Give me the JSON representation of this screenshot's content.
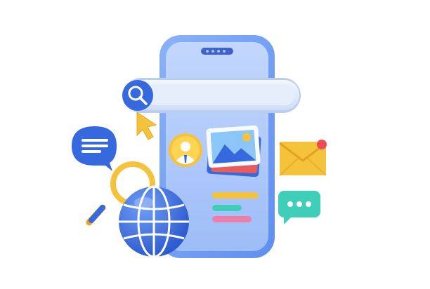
{
  "illustration": {
    "elements": [
      "phone",
      "search-bar",
      "search-icon",
      "cursor-icon",
      "profile-avatar-icon",
      "image-gallery-icon",
      "text-lines",
      "chat-bubble-lines-icon",
      "chat-bubble-dots-icon",
      "mail-envelope-icon",
      "notification-dot",
      "magnifier-icon",
      "globe-icon"
    ]
  },
  "colors": {
    "phone_body": "#7fa8f5",
    "phone_screen": "#a9c6fb",
    "brand_blue": "#3b6fe0",
    "search_bar": "#dde8fb",
    "accent_yellow": "#f5c33b",
    "accent_teal": "#3fcfb8",
    "accent_pink": "#ec7fa6",
    "notification_red": "#ef4b55"
  }
}
